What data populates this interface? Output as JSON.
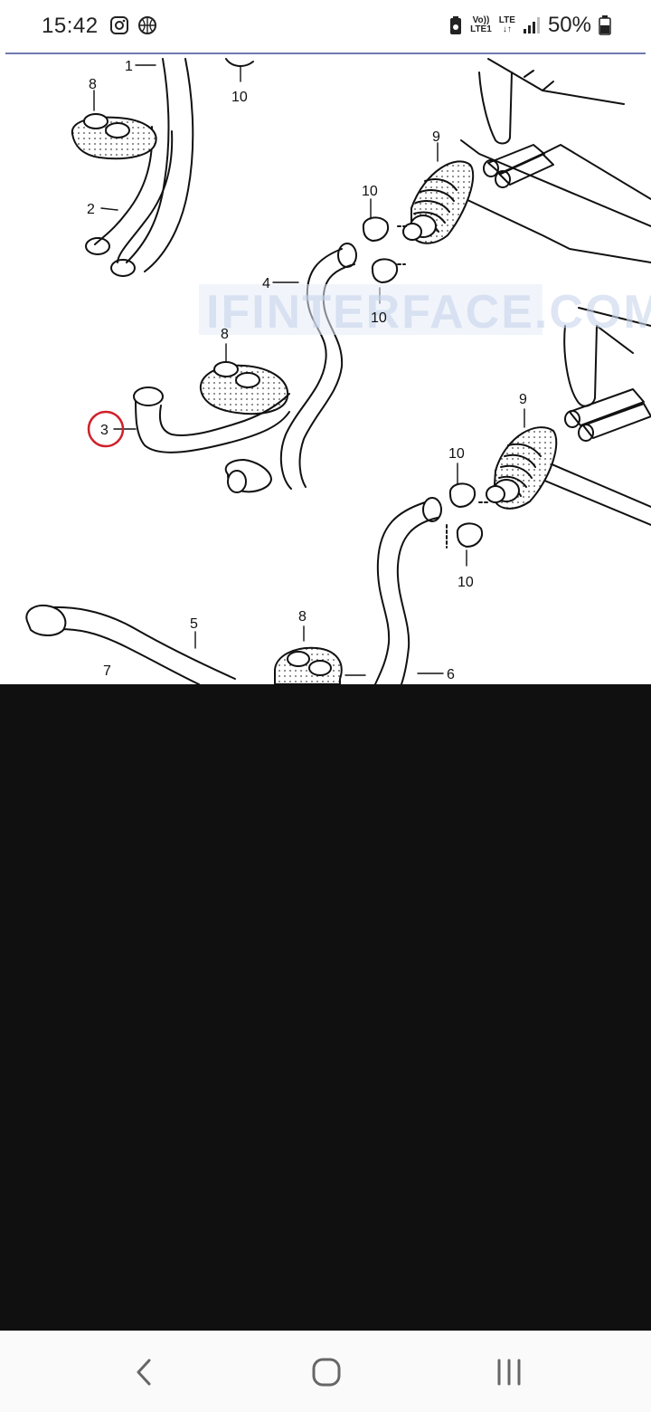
{
  "status_bar": {
    "time": "15:42",
    "left_icons": [
      "instagram-icon",
      "basketball-icon"
    ],
    "volte": "Vo))",
    "lte1": "LTE1",
    "lte": "LTE",
    "battery_percent": "50%"
  },
  "diagram": {
    "watermark": "IFINTERFACE.COM",
    "callouts": [
      {
        "id": "c1",
        "label": "1"
      },
      {
        "id": "c2",
        "label": "2"
      },
      {
        "id": "c3",
        "label": "3",
        "highlighted": true
      },
      {
        "id": "c4",
        "label": "4"
      },
      {
        "id": "c5",
        "label": "5"
      },
      {
        "id": "c6",
        "label": "6"
      },
      {
        "id": "c7",
        "label": "7"
      },
      {
        "id": "c8a",
        "label": "8"
      },
      {
        "id": "c8b",
        "label": "8"
      },
      {
        "id": "c8c",
        "label": "8"
      },
      {
        "id": "c9a",
        "label": "9"
      },
      {
        "id": "c9b",
        "label": "9"
      },
      {
        "id": "c10a",
        "label": "10"
      },
      {
        "id": "c10b",
        "label": "10"
      },
      {
        "id": "c10c",
        "label": "10"
      },
      {
        "id": "c10d",
        "label": "10"
      },
      {
        "id": "c10e",
        "label": "10"
      }
    ],
    "highlight_color": "#d0202a"
  },
  "nav_bar": {
    "buttons": [
      "back",
      "home",
      "recents"
    ]
  }
}
